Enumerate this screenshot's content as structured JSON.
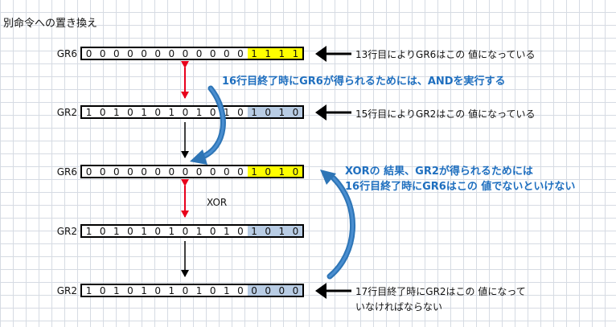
{
  "title": "別命令への置き換え",
  "colors": {
    "yellow": "#ffff00",
    "blue_fill": "#b8cce4",
    "red_arrow": "#e8001c",
    "curve_blue": "#2e75b6",
    "note_blue": "#1f6fbf"
  },
  "registers": [
    {
      "id": "gr6_a",
      "name": "GR6",
      "bits": [
        "0",
        "0",
        "0",
        "0",
        "0",
        "0",
        "0",
        "0",
        "0",
        "0",
        "0",
        "0",
        "1",
        "1",
        "1",
        "1"
      ],
      "highlight": "yellow"
    },
    {
      "id": "gr2_a",
      "name": "GR2",
      "bits": [
        "1",
        "0",
        "1",
        "0",
        "1",
        "0",
        "1",
        "0",
        "1",
        "0",
        "1",
        "0",
        "1",
        "0",
        "1",
        "0"
      ],
      "highlight": "blue"
    },
    {
      "id": "gr6_b",
      "name": "GR6",
      "bits": [
        "0",
        "0",
        "0",
        "0",
        "0",
        "0",
        "0",
        "0",
        "0",
        "0",
        "0",
        "0",
        "1",
        "0",
        "1",
        "0"
      ],
      "highlight": "yellow"
    },
    {
      "id": "gr2_b",
      "name": "GR2",
      "bits": [
        "1",
        "0",
        "1",
        "0",
        "1",
        "0",
        "1",
        "0",
        "1",
        "0",
        "1",
        "0",
        "1",
        "0",
        "1",
        "0"
      ],
      "highlight": "blue"
    },
    {
      "id": "gr2_c",
      "name": "GR2",
      "bits": [
        "1",
        "0",
        "1",
        "0",
        "1",
        "0",
        "1",
        "0",
        "1",
        "0",
        "1",
        "0",
        "0",
        "0",
        "0",
        "0"
      ],
      "highlight": "blue"
    }
  ],
  "notes": {
    "note1": "13行目によりGR6はこの 値になっている",
    "note2": "15行目によりGR2はこの 値になっている",
    "note3_line1": "17行目終了時にGR2はこの 値になって",
    "note3_line2": "いなければならない"
  },
  "blue_notes": {
    "and_note": "16行目終了時にGR6が得られるためには、ANDを実行する",
    "xor_line1": "XORの 結果、GR2が得られるためには",
    "xor_line2": "16行目終了時にGR6はこの 値でないといけない"
  },
  "xor_label": "XOR"
}
